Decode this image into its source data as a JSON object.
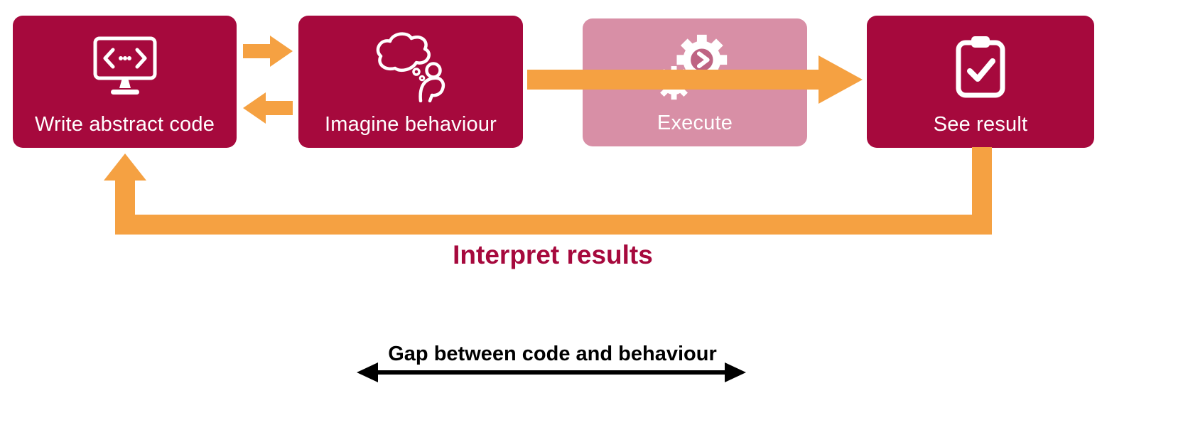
{
  "diagram": {
    "boxes": [
      {
        "label": "Write abstract code",
        "icon": "code-monitor-icon",
        "emphasis": "primary"
      },
      {
        "label": "Imagine behaviour",
        "icon": "thinking-person-icon",
        "emphasis": "primary"
      },
      {
        "label": "Execute",
        "icon": "gears-icon",
        "emphasis": "muted"
      },
      {
        "label": "See result",
        "icon": "clipboard-check-icon",
        "emphasis": "primary"
      }
    ],
    "loop_label": "Interpret results",
    "gap": {
      "label": "Gap between code and behaviour"
    }
  },
  "colors": {
    "box_primary": "#A6093D",
    "box_muted": "#D88FA6",
    "arrow_orange": "#F5A142",
    "gear_hub": "#BE6483",
    "loop_text": "#A6093D",
    "gap_text": "#000000",
    "background": "#FFFFFF"
  }
}
